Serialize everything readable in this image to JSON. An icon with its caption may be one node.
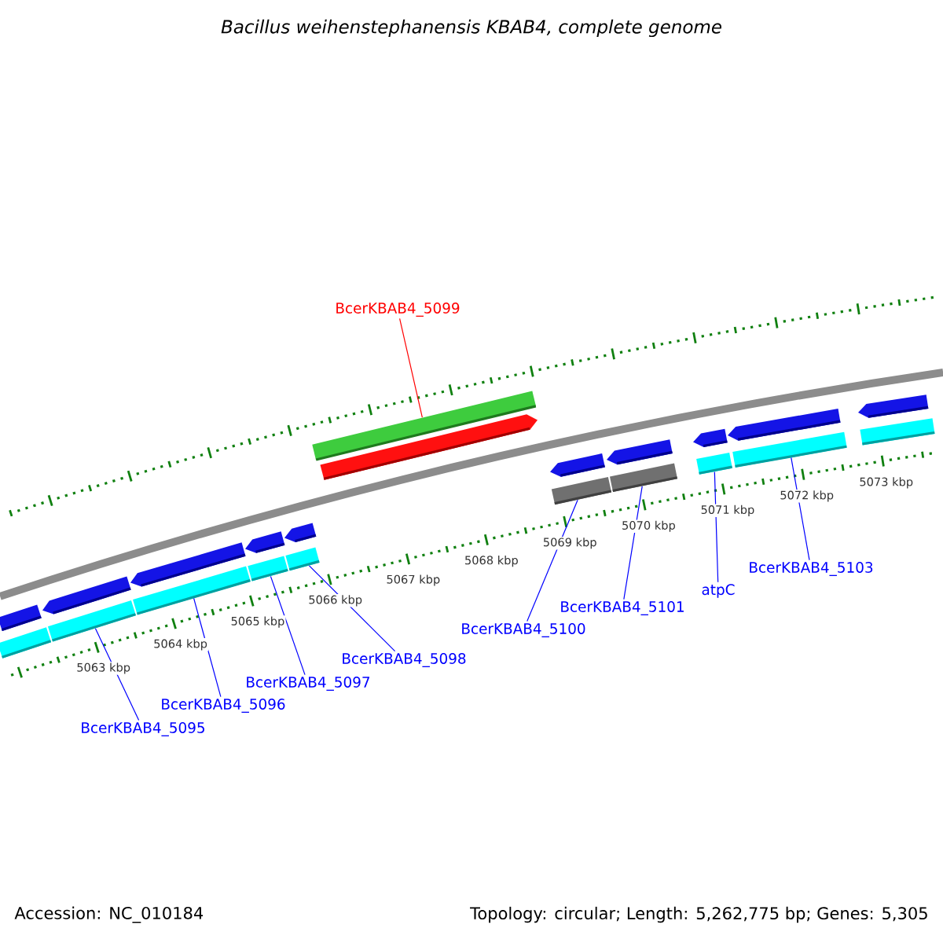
{
  "diagram": {
    "title": "Bacillus weihenstephanensis KBAB4, complete genome",
    "nodes": [
      {
        "text": [
          "BcerKBAB4_5099"
        ]
      },
      {
        "text": [],
        "shape": "bar"
      },
      {
        "text": [
          "BcerKBAB4_5095"
        ]
      },
      {
        "text": [],
        "shape": "bar"
      },
      {
        "text": [
          "BcerKBAB4_5096"
        ]
      },
      {
        "text": [],
        "shape": "bar"
      },
      {
        "text": [
          "BcerKBAB4_5097"
        ]
      },
      {
        "text": [],
        "shape": "bar"
      },
      {
        "text": [
          "BcerKBAB4_5098"
        ]
      },
      {
        "text": [],
        "shape": "bar"
      },
      {
        "text": [
          "BcerKBAB4_5100"
        ]
      },
      {
        "text": [],
        "shape": "bar"
      },
      {
        "text": [
          "BcerKBAB4_5101"
        ]
      },
      {
        "text": [],
        "shape": "bar"
      },
      {
        "text": [
          "atpC"
        ]
      },
      {
        "text": [],
        "shape": "bar"
      },
      {
        "text": [
          "BcerKBAB4_5103"
        ]
      },
      {
        "text": [],
        "shape": "bar"
      }
    ],
    "edges": [
      {
        "from": 0,
        "to": 1,
        "arrow": "none",
        "color": "#ff0000"
      },
      {
        "from": 2,
        "to": 3,
        "arrow": "none"
      },
      {
        "from": 4,
        "to": 5,
        "arrow": "none"
      },
      {
        "from": 6,
        "to": 7,
        "arrow": "none"
      },
      {
        "from": 8,
        "to": 9,
        "arrow": "none"
      },
      {
        "from": 10,
        "to": 11,
        "arrow": "none"
      },
      {
        "from": 12,
        "to": 13,
        "arrow": "none"
      },
      {
        "from": 14,
        "to": 15,
        "arrow": "none"
      },
      {
        "from": 16,
        "to": 17,
        "arrow": "none"
      }
    ],
    "labels": [
      "5063 kbp",
      "5064 kbp",
      "5065 kbp",
      "5066 kbp",
      "5067 kbp",
      "5068 kbp",
      "5069 kbp",
      "5070 kbp",
      "5071 kbp",
      "5072 kbp",
      "5073 kbp",
      "Accession: NC_010184",
      "Topology: circular; Length: 5,262,775 bp; Genes: 5,305"
    ]
  }
}
